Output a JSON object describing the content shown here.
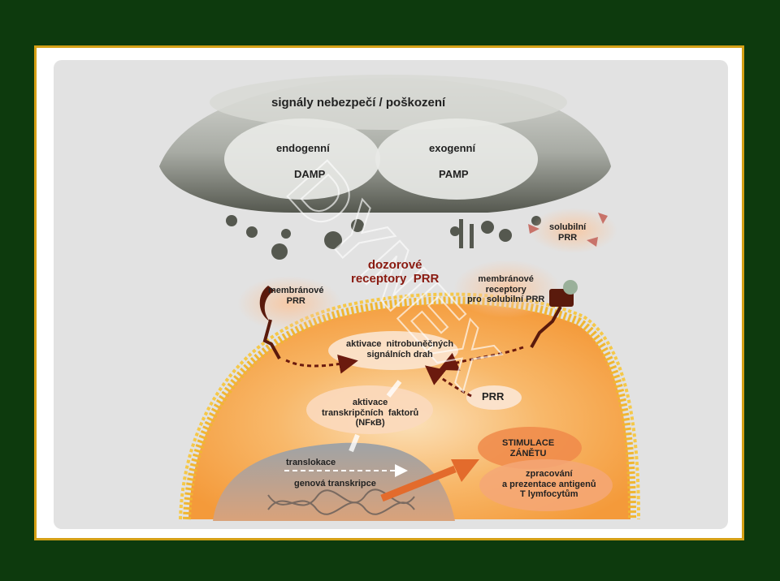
{
  "title": "signály  nebezpečí / poškození",
  "endogenous": {
    "label": "endogenní",
    "code": "DAMP"
  },
  "exogenous": {
    "label": "exogenní",
    "code": "PAMP"
  },
  "soluble_prr": "solubilní\nPRR",
  "sentinel_receptors": "dozorové\nreceptory  PRR",
  "membrane_prr": "membránové\nPRR",
  "membrane_receptors_soluble": "membránové\nreceptory\npro  solubilní PRR",
  "activation_pathways": "aktivace  nitrobuněčných\nsignálních drah",
  "activation_factors": "aktivace\ntranskripčních  faktorů\n(NFκB)",
  "prr": "PRR",
  "translocation": "translokace",
  "gene_transcription": "genová  transkripce",
  "stimulation": "STIMULACE\nZÁNĚTU",
  "antigen_processing": "zpracování\na prezentace antigenů\nT lymfocytům",
  "watermark": "DYNEX",
  "colors": {
    "background": "#0d3a0d",
    "frame_border": "#d4a016",
    "cell": "#f7a245",
    "membrane": "#f0b632",
    "receptor": "#5a1a0c"
  }
}
